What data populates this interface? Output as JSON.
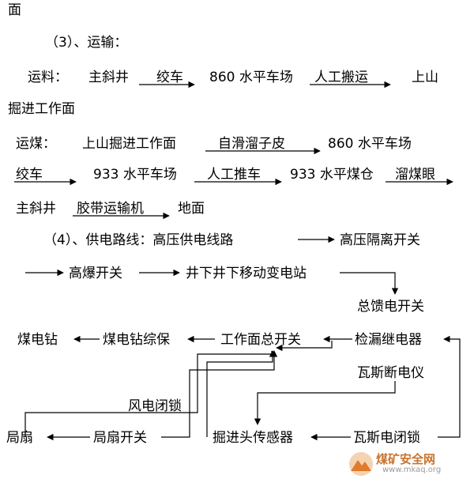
{
  "lines": {
    "l0": "面",
    "l1": "（3）、运输：",
    "l2a": "运料：",
    "l2b": "主斜井",
    "l2c": "绞车",
    "l2d": "860 水平车场",
    "l2e": "人工搬运",
    "l2f": "上山",
    "l3": "掘进工作面",
    "l4a": "运煤：",
    "l4b": "上山掘进工作面",
    "l4c": "自滑溜子皮",
    "l4d": "860 水平车场",
    "l5a": "绞车",
    "l5b": "933 水平车场",
    "l5c": "人工推车",
    "l5d": "933 水平煤仓",
    "l5e": "溜煤眼",
    "l6a": "主斜井",
    "l6b": "胶带运输机",
    "l6c": "地面",
    "l7a": "（4）、供电路线：高压供电线路",
    "l7b": "高压隔离开关",
    "l8a": "高爆开关",
    "l8b": "井下井下移动变电站"
  },
  "diagram": {
    "n_zongkui": "总馈电开关",
    "n_meidianzuan": "煤电钻",
    "n_zongbao": "煤电钻综保",
    "n_gzm": "工作面总开关",
    "n_jianlou": "检漏继电器",
    "n_wasi_dy": "瓦斯断电仪",
    "n_fengdian": "风电闭锁",
    "n_jushan": "局扇",
    "n_jushan_kg": "局扇开关",
    "n_sensor": "掘进头传感器",
    "n_wasi_bs": "瓦斯电闭锁"
  },
  "watermark": {
    "text": "煤矿安全网",
    "url": "www.mkaq.org"
  }
}
